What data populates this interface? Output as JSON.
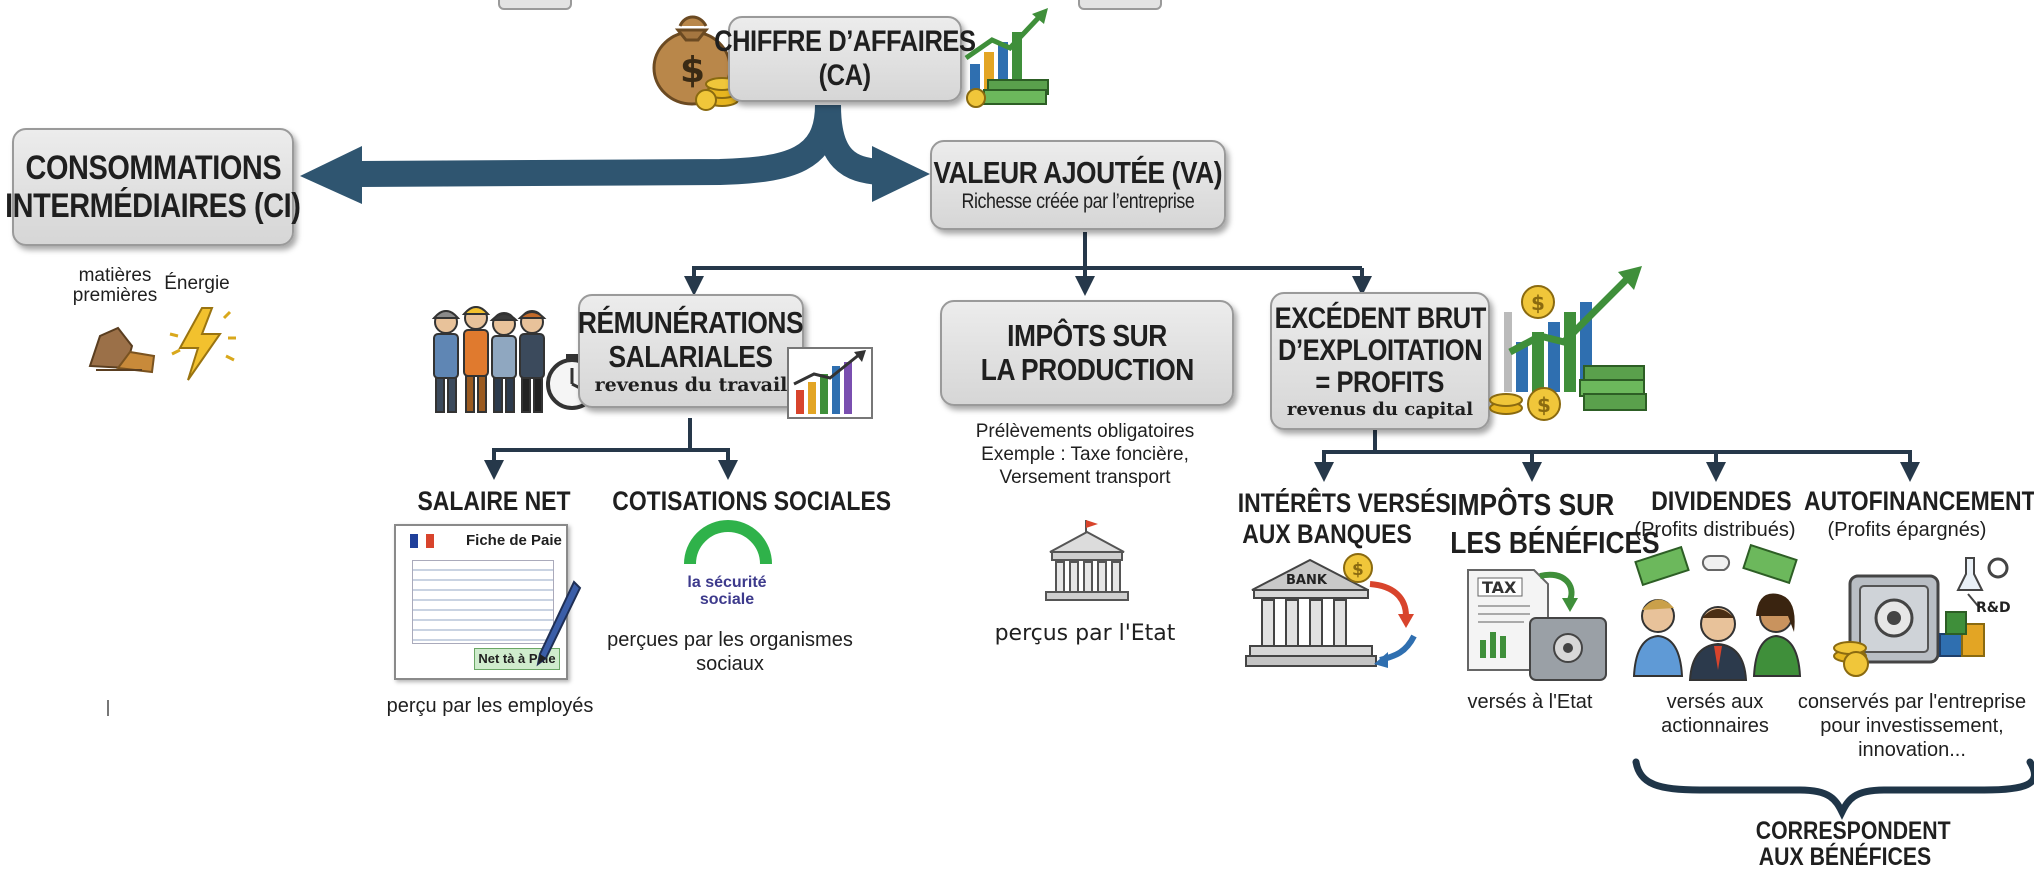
{
  "top": {
    "ca_line1": "CHIFFRE D’AFFAIRES",
    "ca_line2": "(CA)"
  },
  "ci": {
    "line1": "CONSOMMATIONS",
    "line2": "INTERMÉDIAIRES (CI)",
    "items": {
      "matieres_1": "matières",
      "matieres_2": "premières",
      "energie": "Énergie"
    }
  },
  "va": {
    "title": "VALEUR AJOUTÉE (VA)",
    "subtitle": "Richesse créée par l’entreprise"
  },
  "remun": {
    "line1": "RÉMUNÉRATIONS",
    "line2": "SALARIALES",
    "subtitle": "revenus du travail"
  },
  "impots_prod": {
    "line1": "IMPÔTS SUR",
    "line2": "LA PRODUCTION",
    "desc1": "Prélèvements obligatoires",
    "desc2": "Exemple : Taxe foncière,",
    "desc3": "Versement transport",
    "percus": "perçus par l'Etat"
  },
  "ebe": {
    "line1": "EXCÉDENT BRUT",
    "line2": "D’EXPLOITATION",
    "line3": "= PROFITS",
    "subtitle": "revenus du capital"
  },
  "salaire": {
    "title": "SALAIRE NET",
    "payslip_title": "Fiche de Paie",
    "payslip_net": "Net tà à Paie",
    "caption": "perçu par les employés"
  },
  "cotisations": {
    "title": "COTISATIONS SOCIALES",
    "logo_line1": "la sécurité",
    "logo_line2": "sociale",
    "caption1": "perçues par les organismes",
    "caption2": "sociaux"
  },
  "interets": {
    "line1": "INTÉRÊTS VERSÉS",
    "line2": "AUX BANQUES",
    "bank_label": "BANK"
  },
  "impots_benef": {
    "line1": "IMPÔTS SUR",
    "line2": "LES BÉNÉFICES",
    "tax_label": "TAX",
    "caption": "versés à l'Etat"
  },
  "dividendes": {
    "title": "DIVIDENDES",
    "sub": "(Profits distribués)",
    "caption1": "versés aux",
    "caption2": "actionnaires"
  },
  "autofin": {
    "title": "AUTOFINANCEMENT",
    "sub": "(Profits épargnés)",
    "rd_label": "R&D",
    "caption1": "conservés par l'entreprise",
    "caption2": "pour investissement,",
    "caption3": "innovation..."
  },
  "brace": {
    "line1": "CORRESPONDENT",
    "line2": "AUX BÉNÉFICES"
  },
  "colors": {
    "arrow": "#2f5570",
    "dark_arrow": "#26384a",
    "box_fill": "#e1e1e1",
    "money_green": "#3f8f3a",
    "gold": "#e7b51f"
  }
}
